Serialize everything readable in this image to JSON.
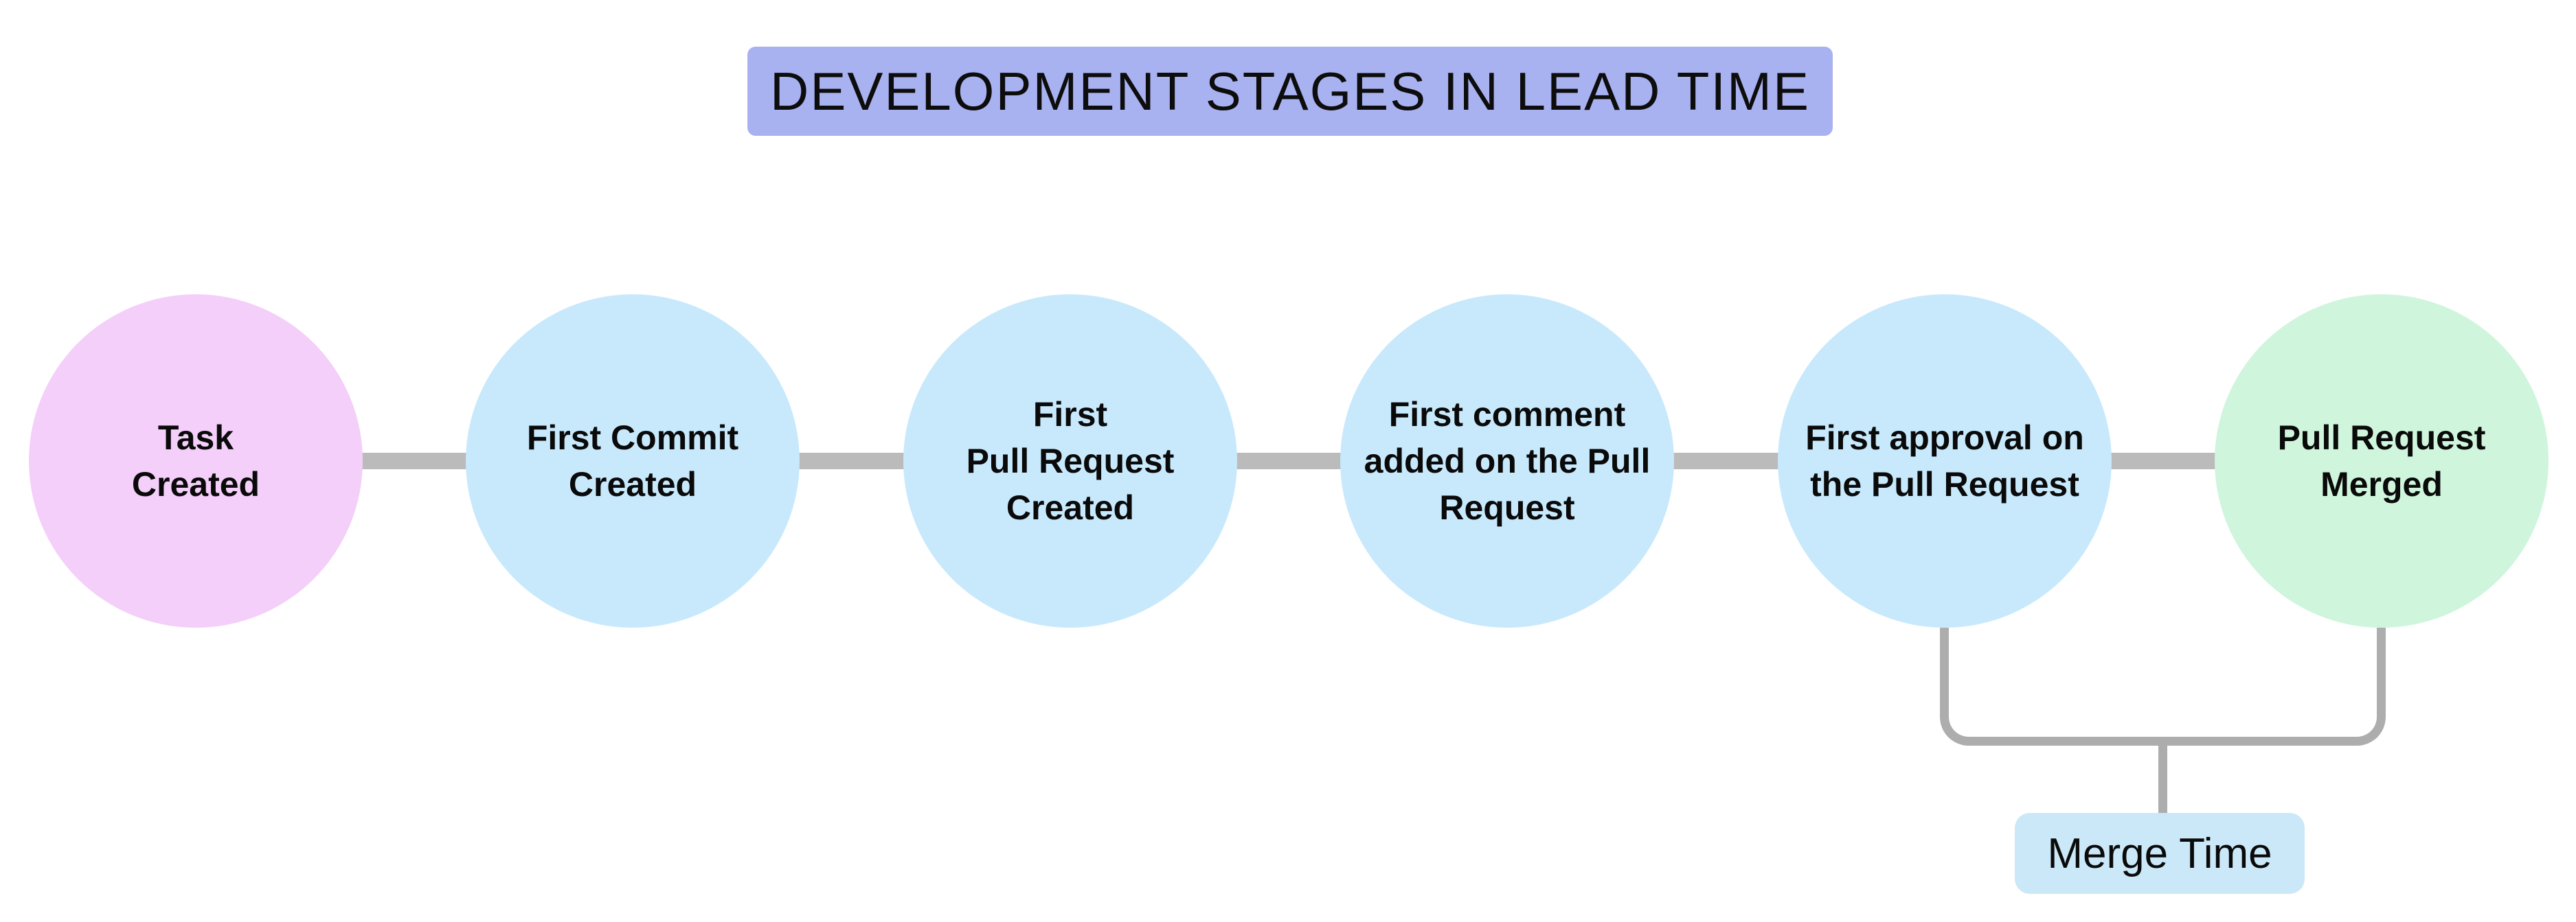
{
  "title": {
    "text": "DEVELOPMENT STAGES IN LEAD TIME",
    "bg_color": "#A9B2F0"
  },
  "stages": [
    {
      "label": "Task\nCreated",
      "color": "#F4CFF9"
    },
    {
      "label": "First Commit\nCreated",
      "color": "#C8E9FC"
    },
    {
      "label": "First\nPull Request\nCreated",
      "color": "#C8E9FC"
    },
    {
      "label": "First comment\nadded on the Pull\nRequest",
      "color": "#C8E9FC"
    },
    {
      "label": "First approval on\nthe Pull Request",
      "color": "#C8E9FC"
    },
    {
      "label": "Pull Request\nMerged",
      "color": "#CFF5DC"
    }
  ],
  "merge_annotation": {
    "label": "Merge Time",
    "bg_color": "#CBE8F9"
  },
  "colors": {
    "connector_line": "#BBBBBB",
    "bracket_line": "#ADADAD",
    "text": "#0A0A0A",
    "background": "#FFFFFF"
  }
}
